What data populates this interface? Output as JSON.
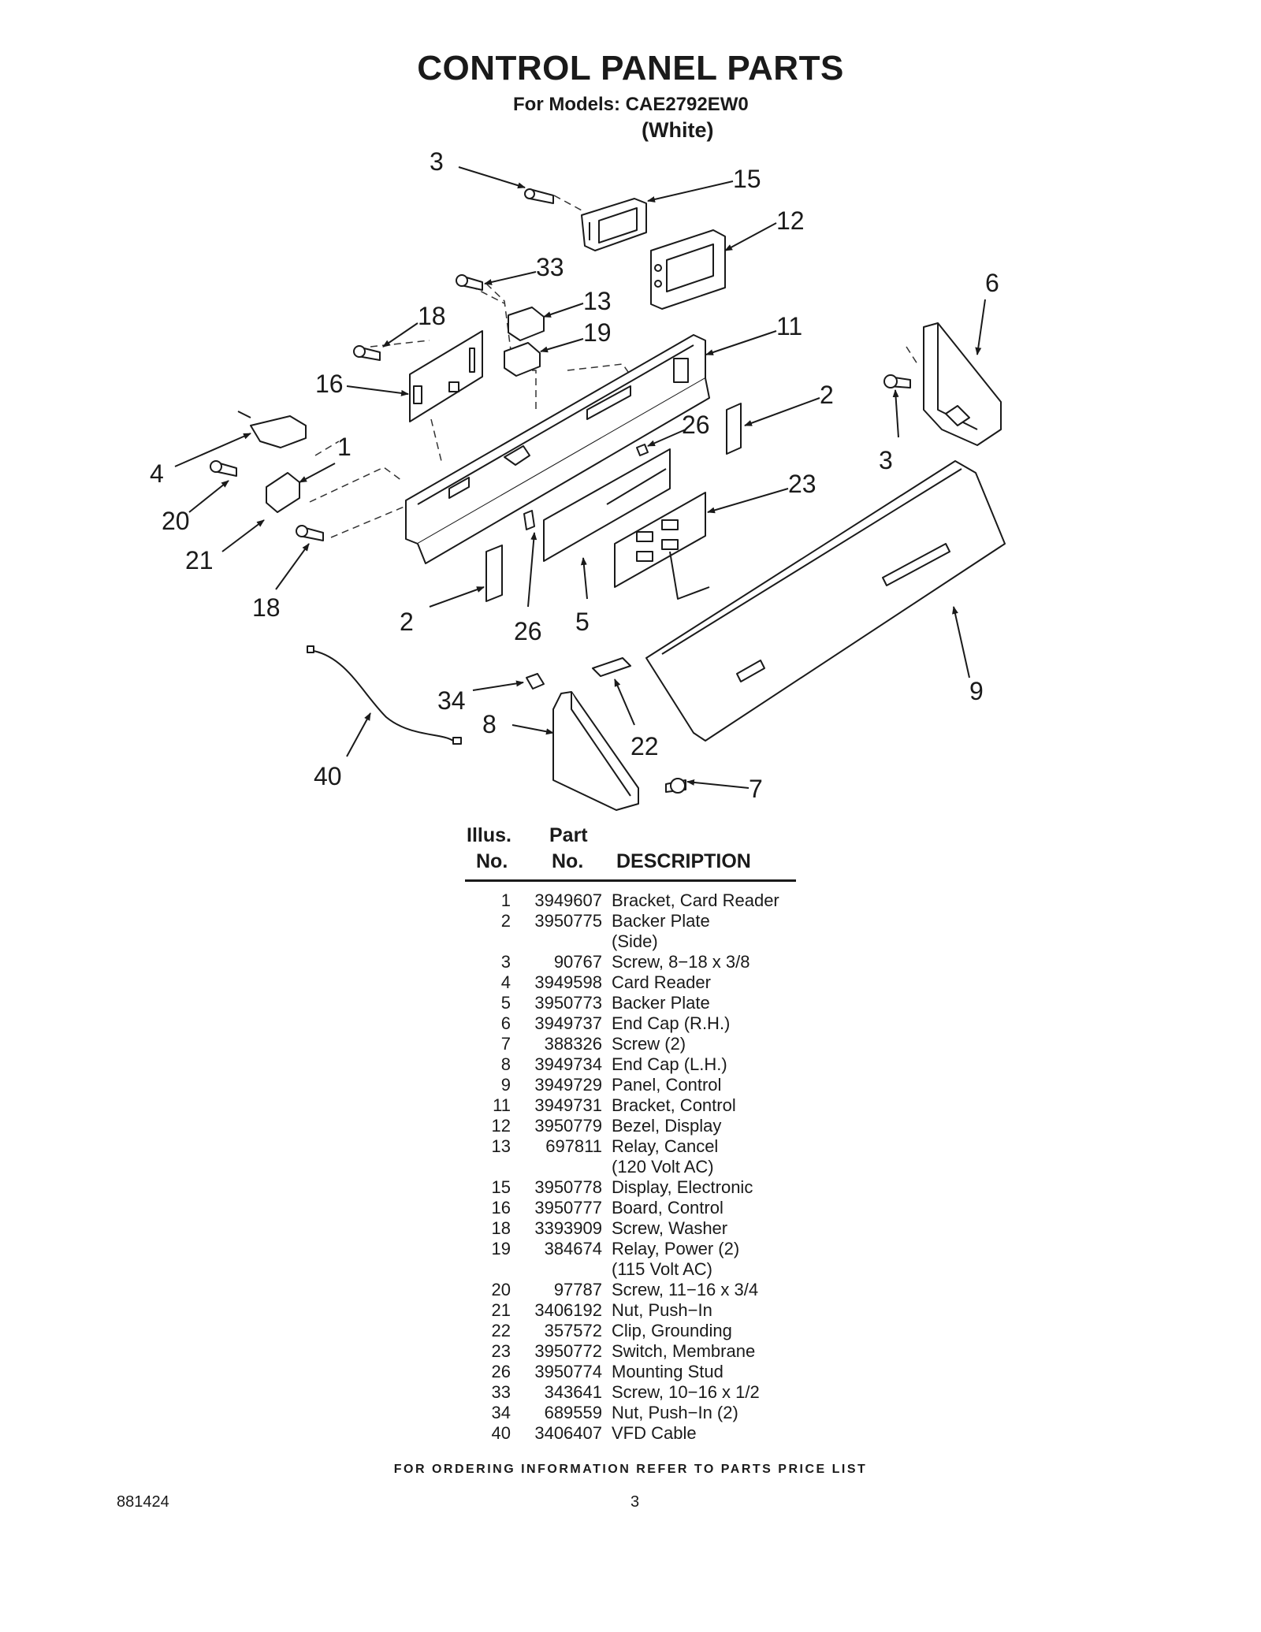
{
  "page": {
    "title": "CONTROL PANEL PARTS",
    "subtitle": "For Models: CAE2792EW0",
    "color": "(White)"
  },
  "callouts": [
    "3",
    "15",
    "12",
    "33",
    "13",
    "18",
    "19",
    "11",
    "6",
    "16",
    "2",
    "26",
    "1",
    "4",
    "3",
    "20",
    "23",
    "21",
    "18",
    "2",
    "26",
    "5",
    "9",
    "34",
    "8",
    "22",
    "40",
    "7"
  ],
  "table": {
    "headers": {
      "illus_line1": "Illus.",
      "illus_line2": "No.",
      "part_line1": "Part",
      "part_line2": "No.",
      "description": "DESCRIPTION"
    },
    "rows": [
      {
        "no": "1",
        "part": "3949607",
        "desc": "Bracket, Card Reader"
      },
      {
        "no": "2",
        "part": "3950775",
        "desc": "Backer Plate"
      },
      {
        "no": "",
        "part": "",
        "desc": "(Side)"
      },
      {
        "no": "3",
        "part": "90767",
        "desc": "Screw, 8−18 x 3/8"
      },
      {
        "no": "4",
        "part": "3949598",
        "desc": "Card Reader"
      },
      {
        "no": "5",
        "part": "3950773",
        "desc": "Backer Plate"
      },
      {
        "no": "6",
        "part": "3949737",
        "desc": "End Cap (R.H.)"
      },
      {
        "no": "7",
        "part": "388326",
        "desc": "Screw (2)"
      },
      {
        "no": "8",
        "part": "3949734",
        "desc": "End Cap (L.H.)"
      },
      {
        "no": "9",
        "part": "3949729",
        "desc": "Panel, Control"
      },
      {
        "no": "11",
        "part": "3949731",
        "desc": "Bracket, Control"
      },
      {
        "no": "12",
        "part": "3950779",
        "desc": "Bezel, Display"
      },
      {
        "no": "13",
        "part": "697811",
        "desc": "Relay, Cancel"
      },
      {
        "no": "",
        "part": "",
        "desc": "(120 Volt AC)"
      },
      {
        "no": "15",
        "part": "3950778",
        "desc": "Display, Electronic"
      },
      {
        "no": "16",
        "part": "3950777",
        "desc": "Board, Control"
      },
      {
        "no": "18",
        "part": "3393909",
        "desc": "Screw, Washer"
      },
      {
        "no": "19",
        "part": "384674",
        "desc": "Relay, Power (2)"
      },
      {
        "no": "",
        "part": "",
        "desc": "(115 Volt AC)"
      },
      {
        "no": "20",
        "part": "97787",
        "desc": "Screw, 11−16 x 3/4"
      },
      {
        "no": "21",
        "part": "3406192",
        "desc": "Nut, Push−In"
      },
      {
        "no": "22",
        "part": "357572",
        "desc": "Clip, Grounding"
      },
      {
        "no": "23",
        "part": "3950772",
        "desc": "Switch, Membrane"
      },
      {
        "no": "26",
        "part": "3950774",
        "desc": "Mounting Stud"
      },
      {
        "no": "33",
        "part": "343641",
        "desc": "Screw, 10−16 x 1/2"
      },
      {
        "no": "34",
        "part": "689559",
        "desc": "Nut, Push−In (2)"
      },
      {
        "no": "40",
        "part": "3406407",
        "desc": "VFD Cable"
      }
    ]
  },
  "footer": {
    "ordering_note": "FOR ORDERING INFORMATION REFER TO PARTS PRICE LIST",
    "doc_number": "881424",
    "page_number": "3"
  }
}
